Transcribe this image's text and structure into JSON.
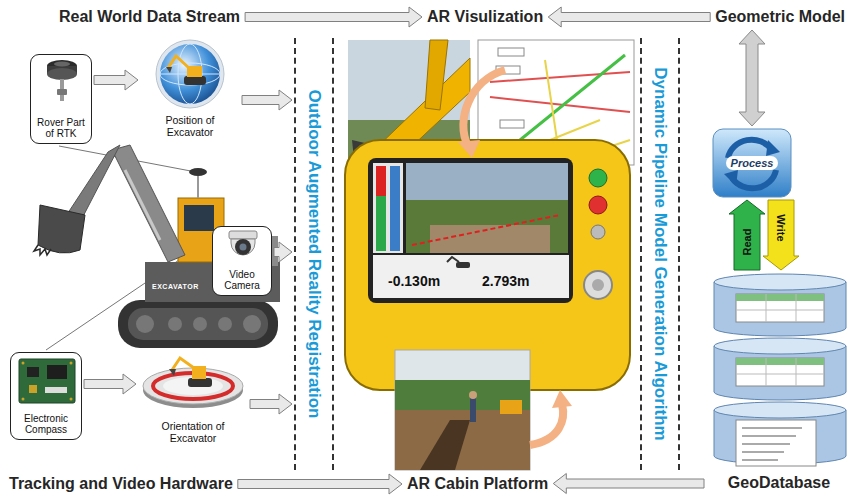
{
  "diagram": {
    "nodes": [
      {
        "text": [
          "Real World Data Stream"
        ]
      },
      {
        "text": [
          "AR Visulization"
        ]
      },
      {
        "text": [
          "Geometric Model"
        ]
      },
      {
        "text": [
          "Rover Part of RTK"
        ]
      },
      {
        "text": [
          "Position of Excavator"
        ]
      },
      {
        "text": [
          "Video Camera"
        ]
      },
      {
        "text": [
          "Electronic Compass"
        ]
      },
      {
        "text": [
          "Orientation of Excavator"
        ]
      },
      {
        "text": [
          "Outdoor Augmented Reality Registration"
        ]
      },
      {
        "text": [
          "Dynamic Pipeline Model Generation Algorithm"
        ]
      },
      {
        "text": [
          "Process"
        ]
      },
      {
        "text": [
          "Tracking and Video Hardware"
        ]
      },
      {
        "text": [
          "AR Cabin Platform"
        ]
      },
      {
        "text": [
          "GeoDatabase"
        ]
      }
    ],
    "edges": [
      {
        "from": 0,
        "to": 1,
        "arrow": "to"
      },
      {
        "from": 2,
        "to": 1,
        "arrow": "to"
      },
      {
        "from": 3,
        "to": 4,
        "arrow": "to"
      },
      {
        "from": 4,
        "to": 8,
        "arrow": "to"
      },
      {
        "from": 5,
        "to": 8,
        "arrow": "to"
      },
      {
        "from": 6,
        "to": 7,
        "arrow": "to"
      },
      {
        "from": 7,
        "to": 8,
        "arrow": "to"
      },
      {
        "from": 10,
        "to": 2,
        "arrow": "both"
      },
      {
        "from": 13,
        "to": 10,
        "label": "Read",
        "arrow": "to"
      },
      {
        "from": 10,
        "to": 13,
        "label": "Write",
        "arrow": "to"
      },
      {
        "from": 11,
        "to": 12,
        "arrow": "to"
      },
      {
        "from": 13,
        "to": 12,
        "arrow": "to"
      }
    ],
    "labels": [
      "EXCAVATOR",
      "-0.130m",
      "2.793m"
    ]
  }
}
